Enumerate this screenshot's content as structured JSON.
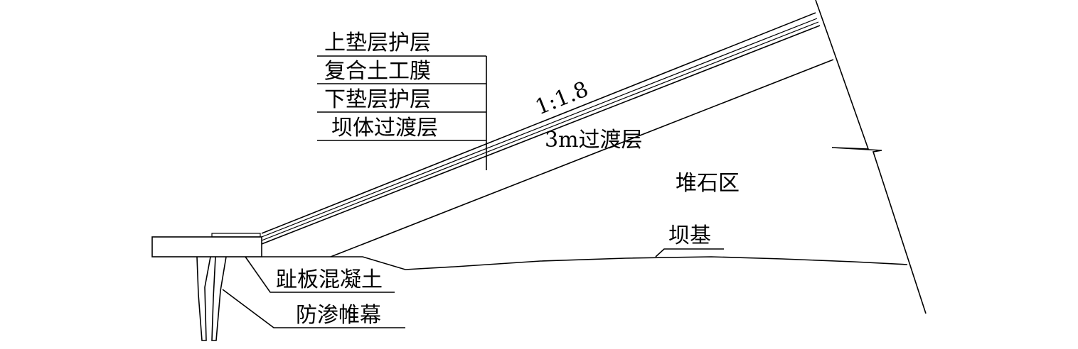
{
  "labels": {
    "upper_cushion": "上垫层护层",
    "geomembrane": "复合土工膜",
    "lower_cushion": "下垫层护层",
    "dam_transition": "坝体过渡层",
    "slope": "1:1.8",
    "transition_3m": "3m过渡层",
    "rockfill": "堆石区",
    "foundation": "坝基",
    "toe_slab": "趾板混凝土",
    "grout_curtain": "防渗帷幕"
  }
}
